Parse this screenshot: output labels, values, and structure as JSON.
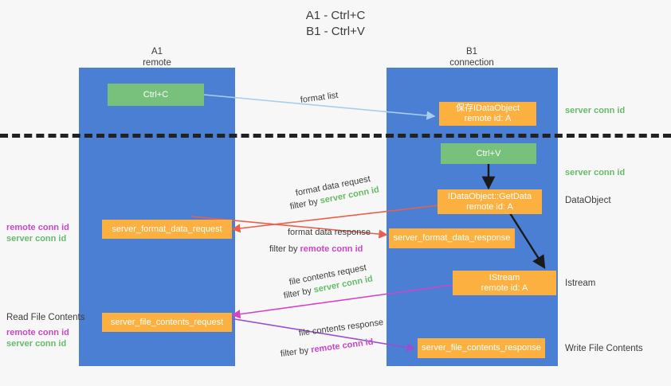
{
  "title": {
    "line1": "A1 - Ctrl+C",
    "line2": "B1 - Ctrl+V"
  },
  "lanes": [
    {
      "name": "A1",
      "subtitle": "remote"
    },
    {
      "name": "B1",
      "subtitle": "connection"
    }
  ],
  "boxes": {
    "ctrl_c": {
      "line1": "Ctrl+C",
      "color": "#78c17c"
    },
    "save_idataobject": {
      "line1": "保存IDataObject",
      "line2": "remote id: A",
      "color": "#fbb040"
    },
    "ctrl_v": {
      "line1": "Ctrl+V",
      "color": "#78c17c"
    },
    "getdata": {
      "line1": "IDataObject::GetData",
      "line2": "remote id: A",
      "color": "#fbb040"
    },
    "server_format_data_request": {
      "line1": "server_format_data_request",
      "color": "#fbb040"
    },
    "server_format_data_response": {
      "line1": "server_format_data_response",
      "color": "#fbb040"
    },
    "istream": {
      "line1": "IStream",
      "line2": "remote id: A",
      "color": "#fbb040"
    },
    "server_file_contents_request": {
      "line1": "server_file_contents_request",
      "color": "#fbb040"
    },
    "server_file_contents_response": {
      "line1": "server_file_contents_response",
      "color": "#fbb040"
    }
  },
  "annotations": {
    "format_list": "format list",
    "format_data_request": "format data request",
    "format_data_request_filter_prefix": "filter by ",
    "format_data_request_filter_value": "server conn id",
    "format_data_response": "format data response",
    "format_data_response_filter_prefix": "filter by ",
    "format_data_response_filter_value": "remote conn id",
    "file_contents_request": "file contents request",
    "file_contents_request_filter_prefix": "filter by ",
    "file_contents_request_filter_value": "server conn id",
    "file_contents_response": "file contents response",
    "file_contents_response_filter_prefix": "filter by ",
    "file_contents_response_filter_value": "remote conn id"
  },
  "right_labels": {
    "server_conn_id_top": "server conn id",
    "server_conn_id_second": "server conn id",
    "dataobject": "DataObject",
    "istream": "Istream",
    "write_file_contents": "Write File Contents"
  },
  "left_labels": {
    "read_file_contents": "Read File Contents",
    "conn_ids_mid": {
      "remote": "remote conn id",
      "server": "server conn id"
    },
    "conn_ids_bottom": {
      "remote": "remote conn id",
      "server": "server conn id"
    }
  },
  "colors": {
    "lane": "#4a7fd4",
    "green_box": "#78c17c",
    "orange_box": "#fbb040",
    "green_text": "#66bb6a",
    "magenta_text": "#c847c8",
    "arrow_light_blue": "#a8cdee",
    "arrow_red": "#e8604c",
    "arrow_magenta": "#d442c8",
    "arrow_purple": "#9b4ed0",
    "arrow_dark": "#1a1a1a",
    "background": "#f7f7f7",
    "divider": "#222222"
  }
}
